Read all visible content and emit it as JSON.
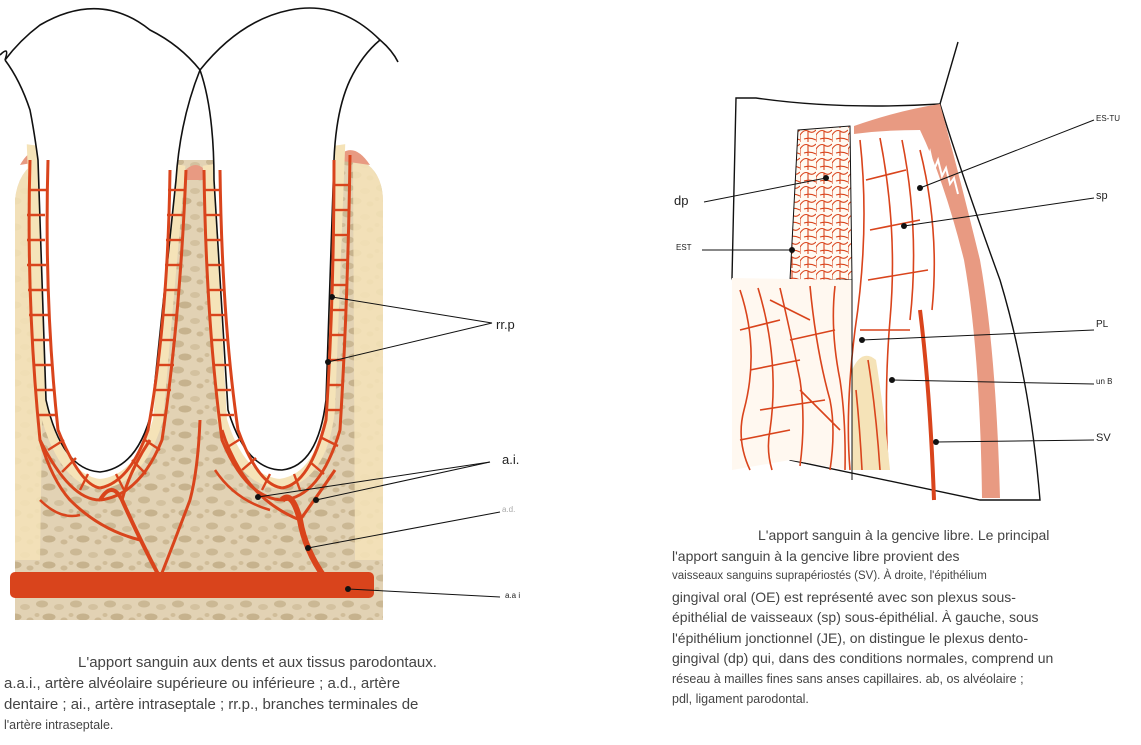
{
  "left_figure": {
    "labels": {
      "rrp": "rr.p",
      "ai": "a.i.",
      "ad": "a.d.",
      "aai": "a.a i"
    },
    "caption_lines": [
      "L'apport sanguin aux dents et aux tissus parodontaux.",
      "a.a.i., artère alvéolaire supérieure ou inférieure ; a.d., artère",
      "dentaire ; ai., artère intraseptale ; rr.p., branches terminales de",
      "l'artère intraseptale."
    ]
  },
  "right_figure": {
    "labels": {
      "es_tu": "ES-TU",
      "dp": "dp",
      "sp": "sp",
      "est": "EST",
      "pl": "PL",
      "unb": "un B",
      "sv": "SV"
    },
    "caption_lines": [
      "L'apport sanguin à la gencive libre. Le principal",
      "l'apport sanguin à la gencive libre provient des",
      "vaisseaux sanguins suprapériostés (SV). À droite, l'épithélium",
      "gingival oral (OE) est représenté avec son plexus sous-",
      "épithélial de vaisseaux (sp) sous-épithélial. À gauche, sous",
      "l'épithélium jonctionnel (JE), on distingue le plexus dento-",
      "gingival (dp) qui, dans des conditions normales, comprend un",
      "réseau à mailles fines sans anses capillaires. ab, os alvéolaire ;",
      "pdl, ligament parodontal."
    ]
  },
  "colors": {
    "bone": "#e2d2b4",
    "bone_spot": "#c9b490",
    "vessel": "#d9441c",
    "gingiva": "#e89a82",
    "pale": "#f5e3b8",
    "outline": "#111111"
  }
}
